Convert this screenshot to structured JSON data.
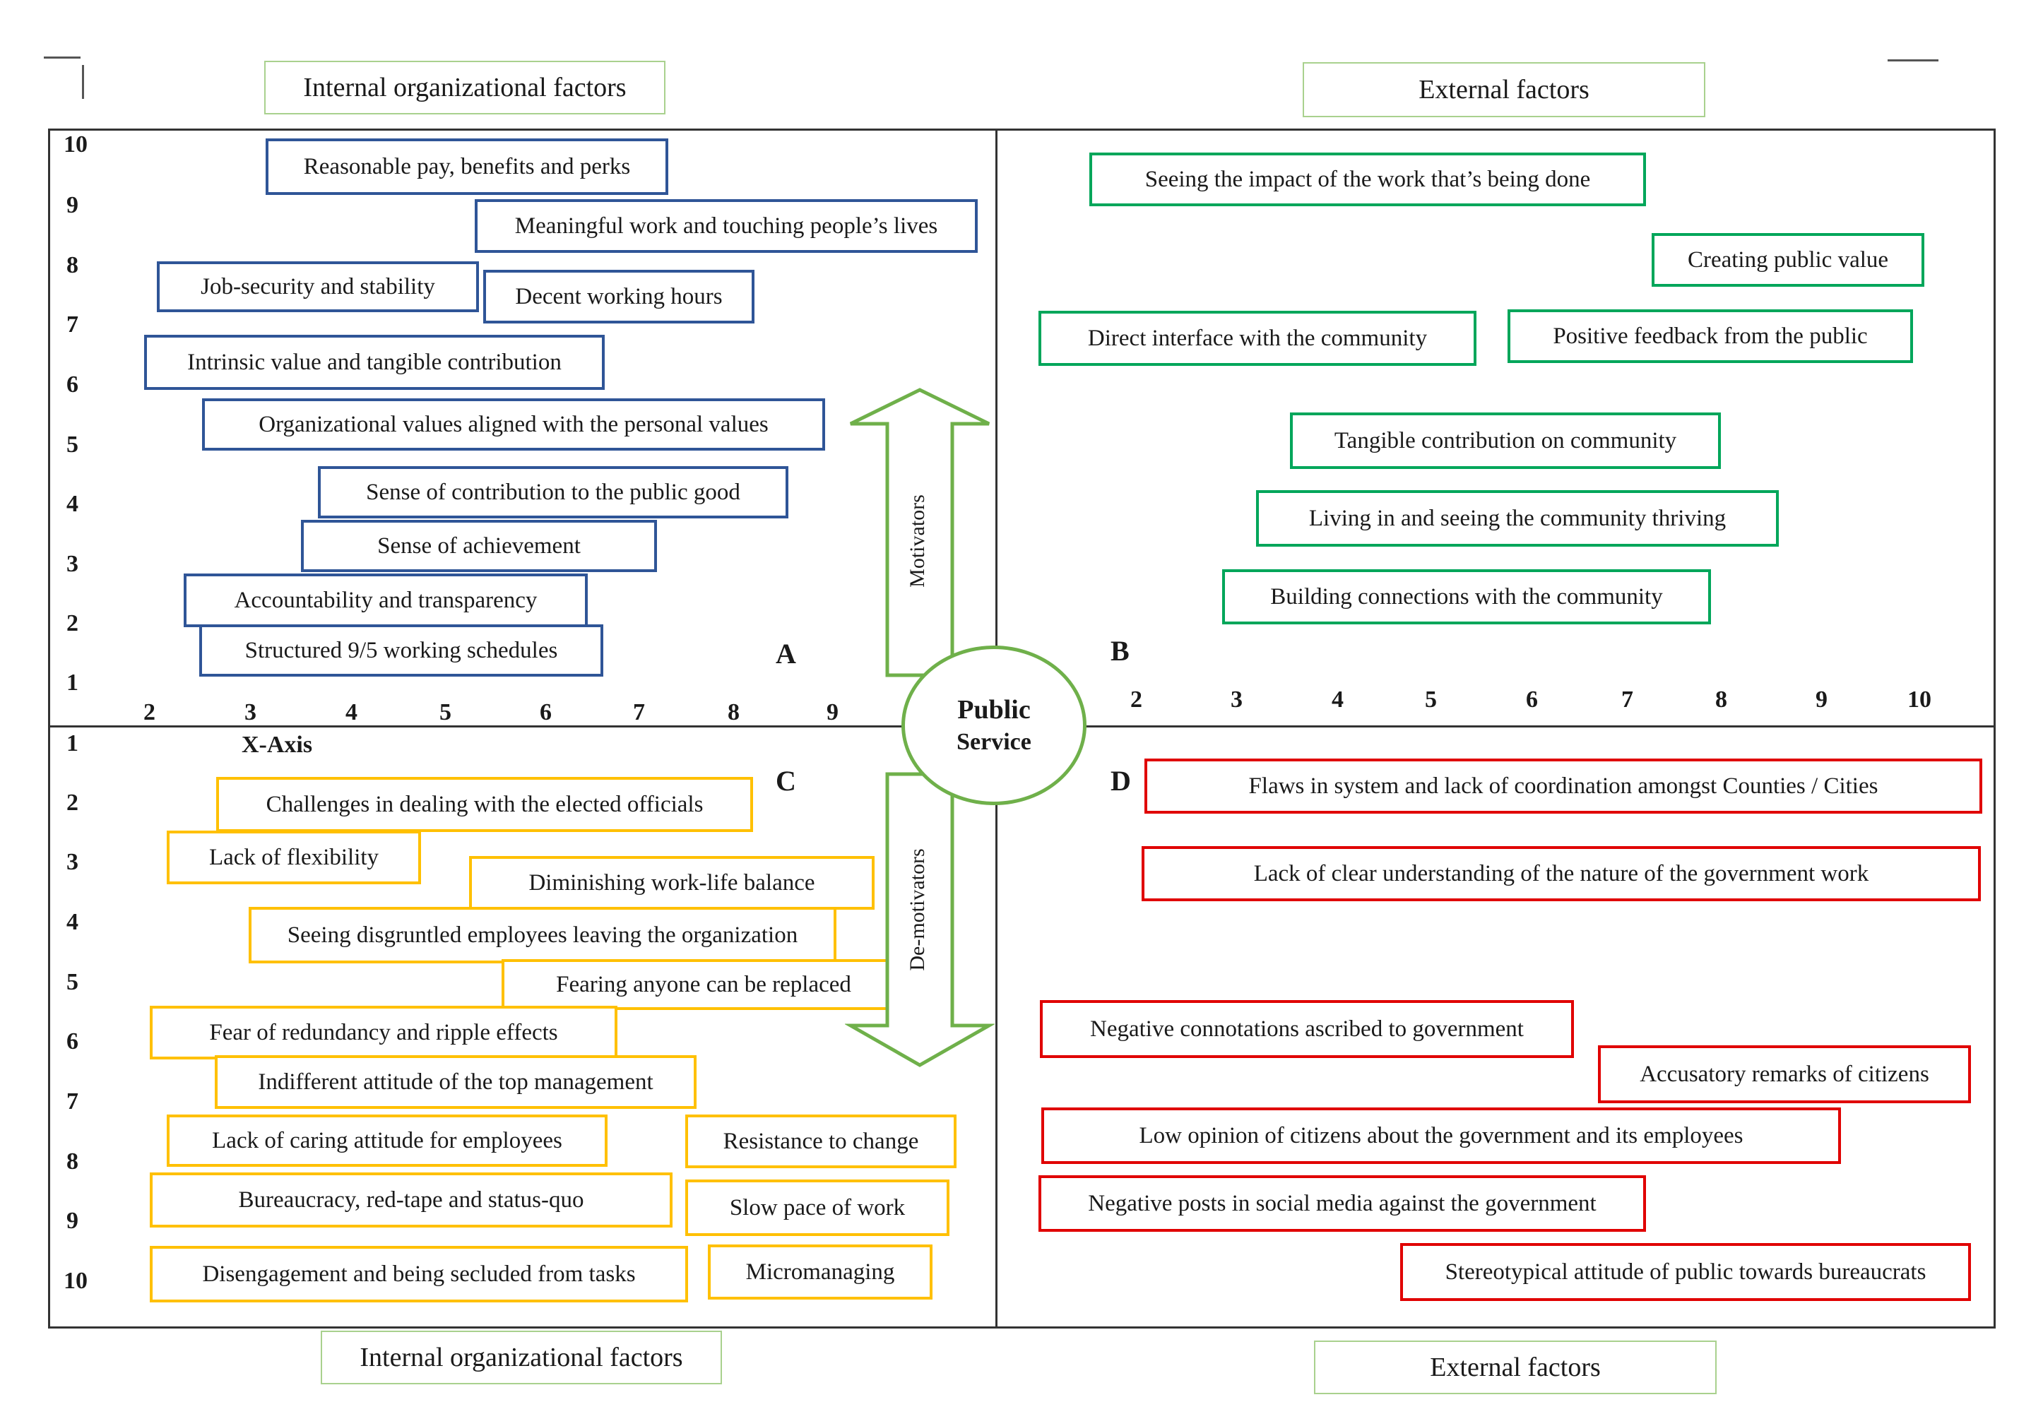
{
  "headers": {
    "top_left": "Internal organizational factors",
    "top_right": "External factors",
    "bottom_left": "Internal organizational factors",
    "bottom_right": "External factors"
  },
  "center": {
    "line1": "Public",
    "line2": "Service"
  },
  "arrows": {
    "up_label": "Motivators",
    "down_label": "De-motivators",
    "arrow_color": "#6fb04a"
  },
  "quadrant_labels": {
    "a": "A",
    "b": "B",
    "c": "C",
    "d": "D"
  },
  "axis": {
    "x_axis_label": "X-Axis",
    "top_left_y": [
      "10",
      "9",
      "8",
      "7",
      "6",
      "5",
      "4",
      "3",
      "2",
      "1"
    ],
    "top_left_x": [
      "2",
      "3",
      "4",
      "5",
      "6",
      "7",
      "8",
      "9"
    ],
    "top_right_x": [
      "2",
      "3",
      "4",
      "5",
      "6",
      "7",
      "8",
      "9",
      "10"
    ],
    "bottom_left_y": [
      "1",
      "2",
      "3",
      "4",
      "5",
      "6",
      "7",
      "8",
      "9",
      "10"
    ]
  },
  "colors": {
    "a": "#2f5597",
    "b": "#00a65a",
    "c": "#ffc000",
    "d": "#e00000",
    "header_border": "#a9d18e"
  },
  "quadrant_a": [
    "Reasonable pay, benefits and perks",
    "Meaningful work and touching people’s lives",
    "Job-security and stability",
    "Decent working hours",
    "Intrinsic value and tangible contribution",
    "Organizational values aligned with the personal values",
    "Sense of contribution to the public good",
    "Sense of achievement",
    "Accountability and transparency",
    "Structured 9/5 working schedules"
  ],
  "quadrant_b": [
    "Seeing the impact of the work that’s being done",
    "Creating public value",
    "Direct interface with the community",
    "Positive feedback from the public",
    "Tangible contribution on community",
    "Living in and seeing the community thriving",
    "Building connections with the community"
  ],
  "quadrant_c": [
    "Challenges in dealing with the elected officials",
    "Lack of flexibility",
    "Diminishing work-life balance",
    "Seeing disgruntled employees leaving the organization",
    "Fearing anyone can be replaced",
    "Fear of redundancy and ripple effects",
    "Indifferent attitude of the top management",
    "Lack of caring attitude for employees",
    "Resistance to change",
    "Bureaucracy, red-tape and status-quo",
    "Slow pace of work",
    "Disengagement and being secluded from tasks",
    "Micromanaging"
  ],
  "quadrant_d": [
    "Flaws in system and lack of coordination amongst Counties / Cities",
    "Lack of clear understanding of the nature of the government work",
    "Negative connotations ascribed to government",
    "Accusatory remarks of citizens",
    "Low opinion of citizens about the government and its employees",
    "Negative posts in social media against the government",
    "Stereotypical attitude of public towards bureaucrats"
  ]
}
